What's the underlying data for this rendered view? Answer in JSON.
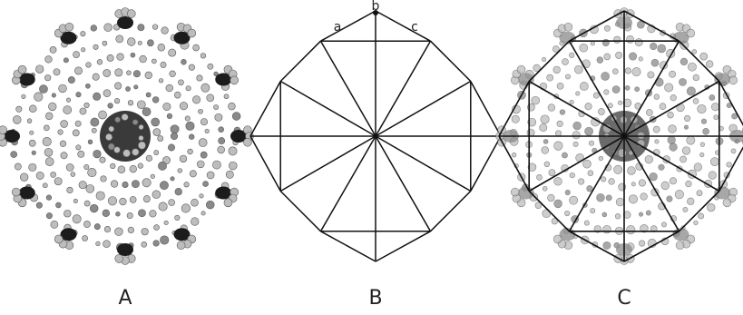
{
  "panels": [
    {
      "id": "A",
      "caption": "A",
      "kind": "molecular-structure"
    },
    {
      "id": "B",
      "caption": "B",
      "kind": "geometric-tiling",
      "vertex_labels": [
        "a",
        "b",
        "c"
      ]
    },
    {
      "id": "C",
      "caption": "C",
      "kind": "overlay"
    }
  ],
  "colors": {
    "stroke": "#111111",
    "atom_light": "#bdbdbd",
    "atom_mid": "#8a8a8a",
    "atom_dark": "#1c1c1c",
    "bond": "#5a5a5a"
  }
}
